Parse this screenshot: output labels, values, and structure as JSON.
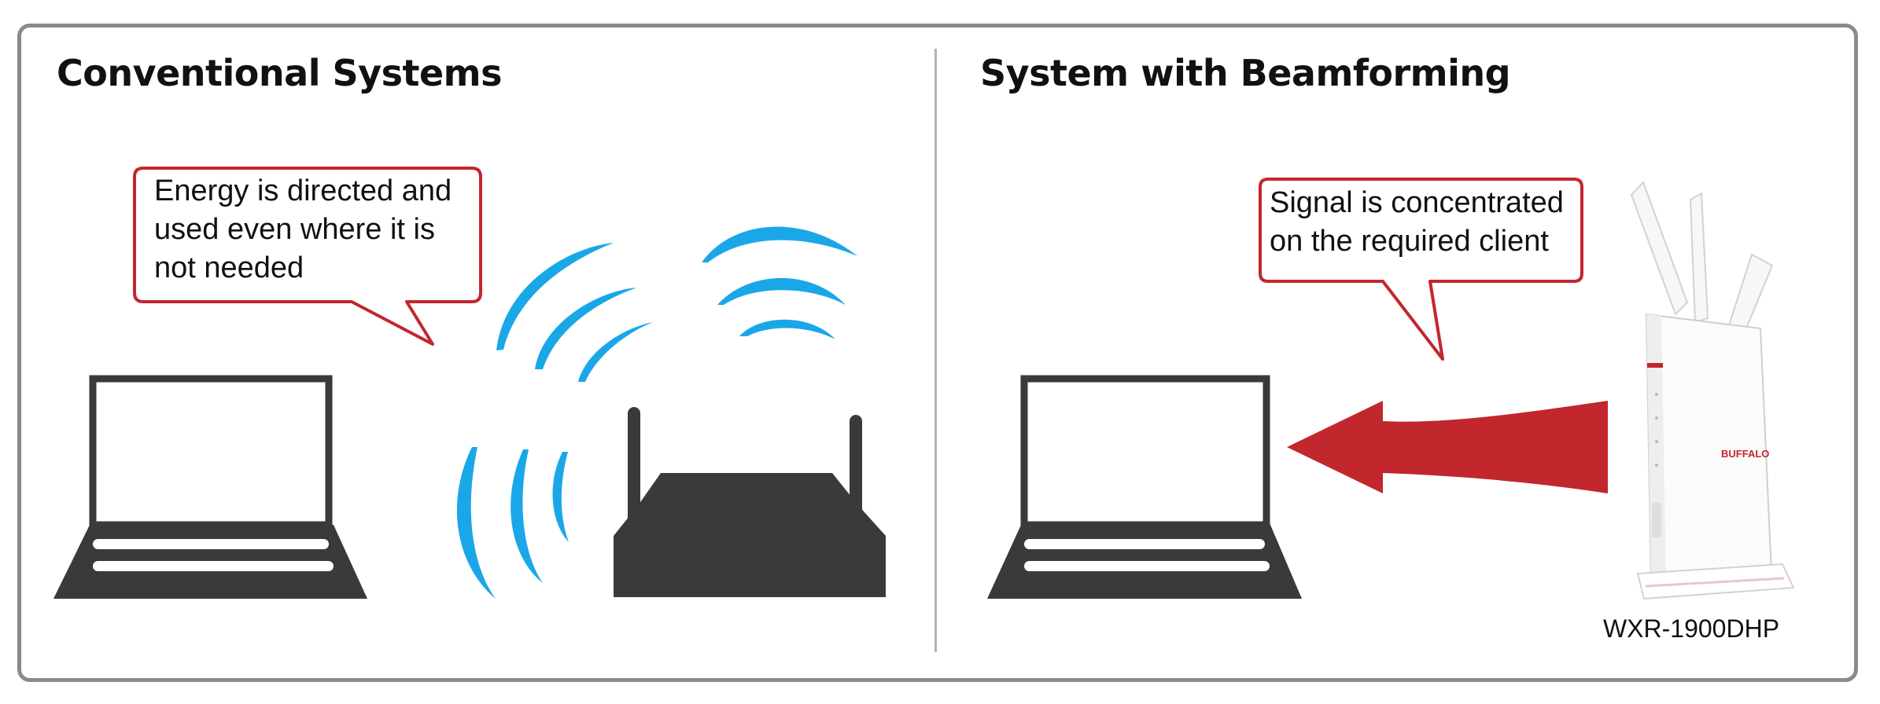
{
  "panels": {
    "left": {
      "title": "Conventional Systems",
      "callout": [
        "Energy is directed and",
        "used even where it is",
        "not needed"
      ]
    },
    "right": {
      "title": "System with Beamforming",
      "callout": [
        "Signal is concentrated",
        "on the required client"
      ],
      "router_model": "WXR-1900DHP",
      "router_brand": "BUFFALO"
    }
  },
  "colors": {
    "frame": "#8a8a8a",
    "device_dark": "#3a3a3c",
    "wave_blue": "#1aa7e8",
    "accent_red": "#c1272d",
    "callout_border": "#c1272d"
  }
}
